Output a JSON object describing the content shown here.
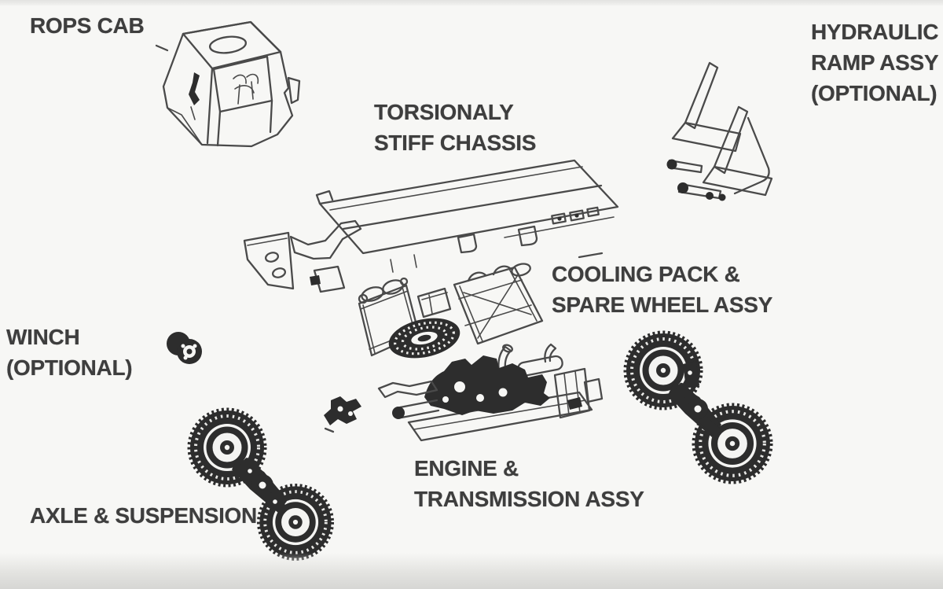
{
  "figure": {
    "type": "exploded-parts-diagram",
    "background_color": "#f7f7f5",
    "text_color": "#3e3e3e",
    "line_color": "#4a4a4a",
    "dark_fill_color": "#2d2d2d"
  },
  "labels": {
    "rops_cab": {
      "lines": [
        "ROPS CAB"
      ]
    },
    "hydraulic_ramp": {
      "lines": [
        "HYDRAULIC",
        "RAMP ASSY",
        "(OPTIONAL)"
      ]
    },
    "chassis": {
      "lines": [
        "TORSIONALY",
        "STIFF CHASSIS"
      ]
    },
    "cooling_pack": {
      "lines": [
        "COOLING PACK &",
        "SPARE WHEEL ASSY"
      ]
    },
    "winch": {
      "lines": [
        "WINCH",
        "(OPTIONAL)"
      ]
    },
    "engine": {
      "lines": [
        "ENGINE &",
        "TRANSMISSION ASSY"
      ]
    },
    "axle": {
      "lines": [
        "AXLE & SUSPENSION"
      ]
    }
  },
  "drawings": [
    "rops-cab",
    "hydraulic-ramp",
    "torsionally-stiff-chassis",
    "cooling-pack-and-spare-wheel",
    "winch-drum",
    "engine-and-transmission",
    "transfer-case-bracket",
    "axle-left",
    "axle-right"
  ]
}
